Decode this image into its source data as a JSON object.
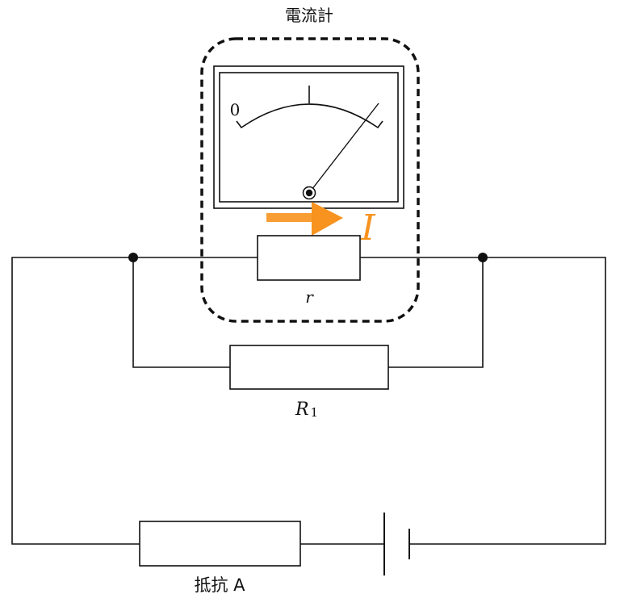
{
  "meter": {
    "title": "電流計",
    "zero_label": "0",
    "internal_resistor_label": "r"
  },
  "current": {
    "label": "I",
    "color": "#f7931e"
  },
  "resistor_r1": {
    "label_main": "R",
    "label_sub": "1"
  },
  "resistor_a": {
    "label": "抵抗 A"
  }
}
